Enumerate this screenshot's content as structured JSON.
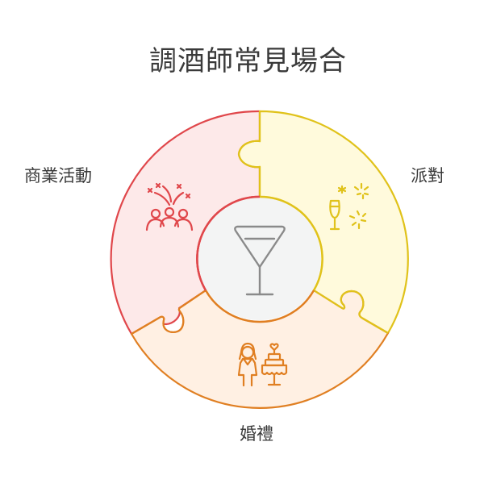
{
  "title": "調酒師常見場合",
  "center": {
    "icon": "cocktail-glass-icon"
  },
  "segments": [
    {
      "label": "商業活動",
      "icon": "crowd-celebration-icon",
      "fill": "#fde9e9",
      "stroke": "#e0474b"
    },
    {
      "label": "派對",
      "icon": "champagne-fireworks-icon",
      "fill": "#fffadc",
      "stroke": "#e0c21a"
    },
    {
      "label": "婚禮",
      "icon": "bride-wedding-cake-icon",
      "fill": "#fff0e3",
      "stroke": "#e07f22"
    }
  ],
  "colors": {
    "center_fill": "#f3f4f4",
    "center_icon": "#8a8a8a"
  }
}
